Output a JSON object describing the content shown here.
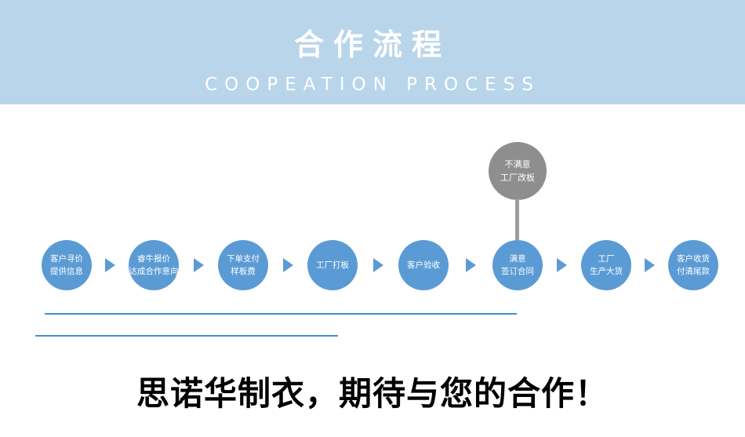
{
  "header": {
    "title": "合作流程",
    "subtitle": "COOPEATION PROCESS"
  },
  "flow": {
    "steps": [
      {
        "label": "客户寻价\n提供信息"
      },
      {
        "label": "睿牛报价\n达成合作意向"
      },
      {
        "label": "下单支付\n样板费"
      },
      {
        "label": "工厂打板"
      },
      {
        "label": "客户验收"
      },
      {
        "label": "满意\n签订合同"
      },
      {
        "label": "工厂\n生产大货"
      },
      {
        "label": "客户收货\n付清尾款"
      }
    ],
    "rework_step": {
      "label": "不满意\n工厂改板"
    },
    "colors": {
      "header_bg": "#b9d5ea",
      "circle": "#5b9bd5",
      "rework_circle": "#8e8e8e",
      "arrow": "#5b9bd5",
      "connector": "#9d9d9d",
      "underline": "#3f8fd8"
    }
  },
  "footer": {
    "slogan": "思诺华制衣，期待与您的合作！"
  }
}
